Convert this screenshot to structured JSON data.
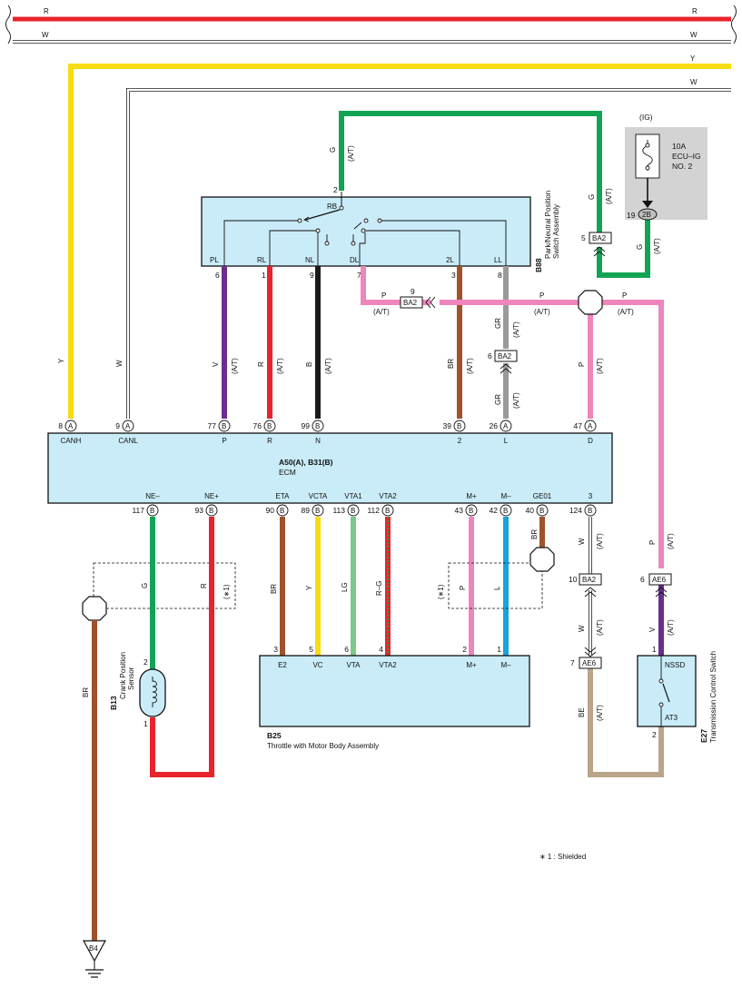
{
  "wire_colors": {
    "R": "#e8232b",
    "W": "#ffffff",
    "Y": "#f7dc11",
    "G": "#12a454",
    "V": "#6a2f8e",
    "B": "#1a1a1a",
    "BR": "#a0522d",
    "GR": "#9a9a9a",
    "P": "#ee86bd",
    "LG": "#7ac98a",
    "L": "#17a3dc",
    "BE": "#b9a58a"
  },
  "top_wires": [
    {
      "code": "R"
    },
    {
      "code": "W"
    },
    {
      "code": "Y"
    },
    {
      "code": "W"
    }
  ],
  "fuse": {
    "supply": "(IG)",
    "rating": "10A",
    "name_1": "ECU–IG",
    "name_2": "NO. 2",
    "pin": "19",
    "connector": "2B"
  },
  "park_switch": {
    "id": "B88",
    "name_1": "Park/Neutral Position",
    "name_2": "Switch Assembly",
    "rb_label": "RB",
    "rb_pin": "2",
    "terminals": [
      {
        "label": "PL",
        "pin": "6"
      },
      {
        "label": "RL",
        "pin": "1"
      },
      {
        "label": "NL",
        "pin": "9"
      },
      {
        "label": "DL",
        "pin": "7"
      },
      {
        "label": "2L",
        "pin": "3"
      },
      {
        "label": "LL",
        "pin": "8"
      }
    ]
  },
  "at_note": "(A/T)",
  "connectors": {
    "ba2_g": {
      "pin": "5",
      "name": "BA2"
    },
    "ba2_p": {
      "pin": "9",
      "name": "BA2"
    },
    "ba2_gr": {
      "pin": "6",
      "name": "BA2"
    },
    "ba2_w": {
      "pin": "10",
      "name": "BA2"
    },
    "ae6_p": {
      "pin": "6",
      "name": "AE6"
    },
    "ae6_be": {
      "pin": "7",
      "name": "AE6"
    }
  },
  "ecm": {
    "id": "A50(A), B31(B)",
    "name": "ECM",
    "top_pins": [
      {
        "num": "8",
        "conn": "A",
        "label": "CANH",
        "wire": "Y"
      },
      {
        "num": "9",
        "conn": "A",
        "label": "CANL",
        "wire": "W"
      },
      {
        "num": "77",
        "conn": "B",
        "label": "P",
        "wire": "V"
      },
      {
        "num": "76",
        "conn": "B",
        "label": "R",
        "wire": "R"
      },
      {
        "num": "99",
        "conn": "B",
        "label": "N",
        "wire": "B"
      },
      {
        "num": "39",
        "conn": "B",
        "label": "2",
        "wire": "BR"
      },
      {
        "num": "26",
        "conn": "A",
        "label": "L",
        "wire": "GR"
      },
      {
        "num": "47",
        "conn": "A",
        "label": "D",
        "wire": "P"
      }
    ],
    "bottom_pins": [
      {
        "num": "117",
        "conn": "B",
        "label": "NE–",
        "wire": "G"
      },
      {
        "num": "93",
        "conn": "B",
        "label": "NE+",
        "wire": "R"
      },
      {
        "num": "90",
        "conn": "B",
        "label": "ETA",
        "wire": "BR"
      },
      {
        "num": "89",
        "conn": "B",
        "label": "VCTA",
        "wire": "Y"
      },
      {
        "num": "113",
        "conn": "B",
        "label": "VTA1",
        "wire": "LG"
      },
      {
        "num": "112",
        "conn": "B",
        "label": "VTA2",
        "wire": "R–G"
      },
      {
        "num": "43",
        "conn": "B",
        "label": "M+",
        "wire": "P"
      },
      {
        "num": "42",
        "conn": "B",
        "label": "M–",
        "wire": "L"
      },
      {
        "num": "40",
        "conn": "B",
        "label": "GE01",
        "wire": "BR"
      },
      {
        "num": "124",
        "conn": "B",
        "label": "3",
        "wire": "W"
      }
    ]
  },
  "throttle": {
    "id": "B25",
    "name": "Throttle with Motor Body Assembly",
    "pins": [
      {
        "num": "3",
        "label": "E2"
      },
      {
        "num": "5",
        "label": "VC"
      },
      {
        "num": "6",
        "label": "VTA"
      },
      {
        "num": "4",
        "label": "VTA2"
      },
      {
        "num": "2",
        "label": "M+"
      },
      {
        "num": "1",
        "label": "M–"
      }
    ]
  },
  "crank": {
    "id": "B13",
    "name_1": "Crank Position",
    "name_2": "Sensor",
    "pin_top": "2",
    "pin_bottom": "1"
  },
  "tcs": {
    "id": "E27",
    "name": "Transmission Control Switch",
    "pin_top": "1",
    "pin_bottom": "2",
    "t1": "NSSD",
    "t2": "AT3"
  },
  "ground": {
    "name": "B4"
  },
  "shield_mark": "(∗1)",
  "footnote": "∗ 1 : Shielded"
}
